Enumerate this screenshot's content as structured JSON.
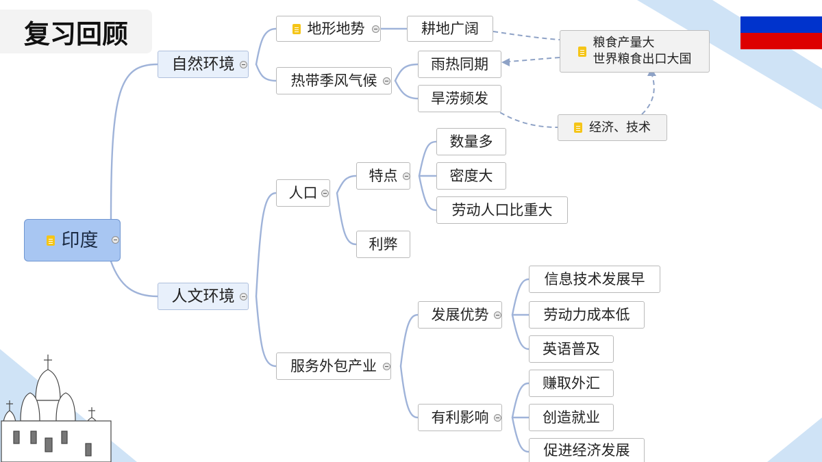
{
  "page": {
    "title": "复习回顾"
  },
  "mindmap": {
    "root": "印度",
    "natural": {
      "label": "自然环境",
      "terrain": {
        "label": "地形地势",
        "child": "耕地广阔"
      },
      "climate": {
        "label": "热带季风气候",
        "children": [
          "雨热同期",
          "旱涝频发"
        ]
      }
    },
    "human": {
      "label": "人文环境",
      "population": {
        "label": "人口",
        "features": {
          "label": "特点",
          "children": [
            "数量多",
            "密度大",
            "劳动人口比重大"
          ]
        },
        "proscons": "利弊"
      },
      "outsourcing": {
        "label": "服务外包产业",
        "advantages": {
          "label": "发展优势",
          "children": [
            "信息技术发展早",
            "劳动力成本低",
            "英语普及"
          ]
        },
        "impacts": {
          "label": "有利影响",
          "children": [
            "赚取外汇",
            "创造就业",
            "促进经济发展"
          ]
        }
      }
    },
    "notes": {
      "grain": [
        "粮食产量大",
        "世界粮食出口大国"
      ],
      "tech": "经济、技术"
    }
  },
  "colors": {
    "connector": "#9fb3d9",
    "dashed": "#8ea2c6",
    "root_fill": "#a8c6f2",
    "note_icon": "#f5c518",
    "flag": [
      "#ffffff",
      "#0033cc",
      "#dd0000"
    ]
  }
}
